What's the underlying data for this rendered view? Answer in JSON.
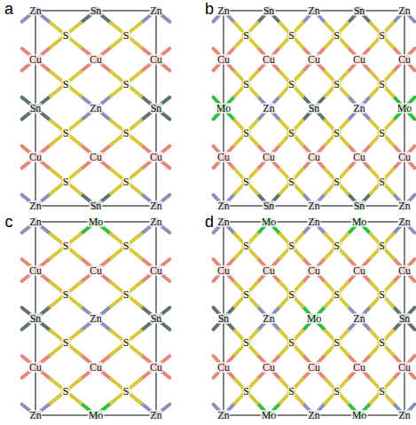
{
  "diagram": {
    "labels": [
      "a",
      "Zn",
      "Sn",
      "Zn",
      "S",
      "S",
      "Cu",
      "Cu",
      "Cu",
      "S",
      "S",
      "Sn",
      "Zn",
      "Sn",
      "S",
      "S",
      "Cu",
      "Cu",
      "Cu",
      "S",
      "S",
      "Zn",
      "Sn",
      "Zn",
      "b",
      "Zn",
      "Sn",
      "Zn",
      "Sn",
      "Zn",
      "S",
      "S",
      "S",
      "S",
      "Cu",
      "Cu",
      "Cu",
      "Cu",
      "Cu",
      "S",
      "S",
      "S",
      "S",
      "Mo",
      "Zn",
      "Sn",
      "Zn",
      "Mo",
      "S",
      "S",
      "S",
      "S",
      "Cu",
      "Cu",
      "Cu",
      "Cu",
      "Cu",
      "S",
      "S",
      "S",
      "S",
      "Zn",
      "Sn",
      "Zn",
      "Sn",
      "Zn",
      "c",
      "Zn",
      "Mo",
      "Zn",
      "S",
      "S",
      "Cu",
      "Cu",
      "Cu",
      "S",
      "S",
      "Sn",
      "Zn",
      "Sn",
      "S",
      "S",
      "Cu",
      "Cu",
      "Cu",
      "S",
      "S",
      "Zn",
      "Mo",
      "Zn",
      "d",
      "Zn",
      "Mo",
      "Zn",
      "Mo",
      "Zn",
      "S",
      "S",
      "S",
      "S",
      "Cu",
      "Cu",
      "Cu",
      "Cu",
      "Cu",
      "S",
      "S",
      "S",
      "S",
      "Sn",
      "Zn",
      "Mo",
      "Zn",
      "Sn",
      "S",
      "S",
      "S",
      "S",
      "Cu",
      "Cu",
      "Cu",
      "Cu",
      "Cu",
      "S",
      "S",
      "S",
      "S",
      "Zn",
      "Mo",
      "Zn",
      "Mo",
      "Zn"
    ]
  }
}
